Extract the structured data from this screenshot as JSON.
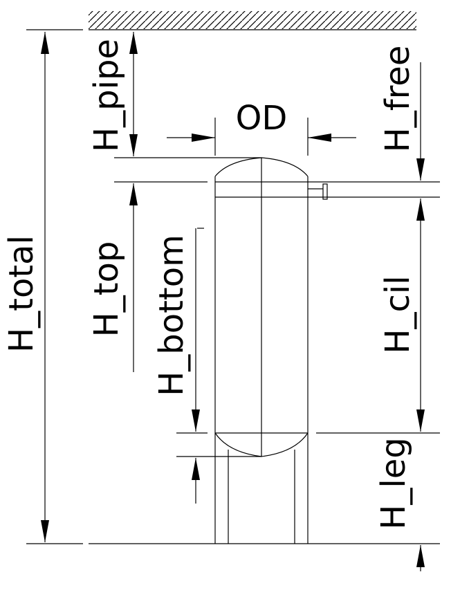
{
  "labels": {
    "od": "OD",
    "h_pipe": "H_pipe",
    "h_free": "H_free",
    "h_total": "H_total",
    "h_top": "H_top",
    "h_bottom": "H_bottom",
    "h_cil": "H_cil",
    "h_leg": "H_leg"
  },
  "colors": {
    "line": "#000000",
    "background": "#ffffff"
  }
}
